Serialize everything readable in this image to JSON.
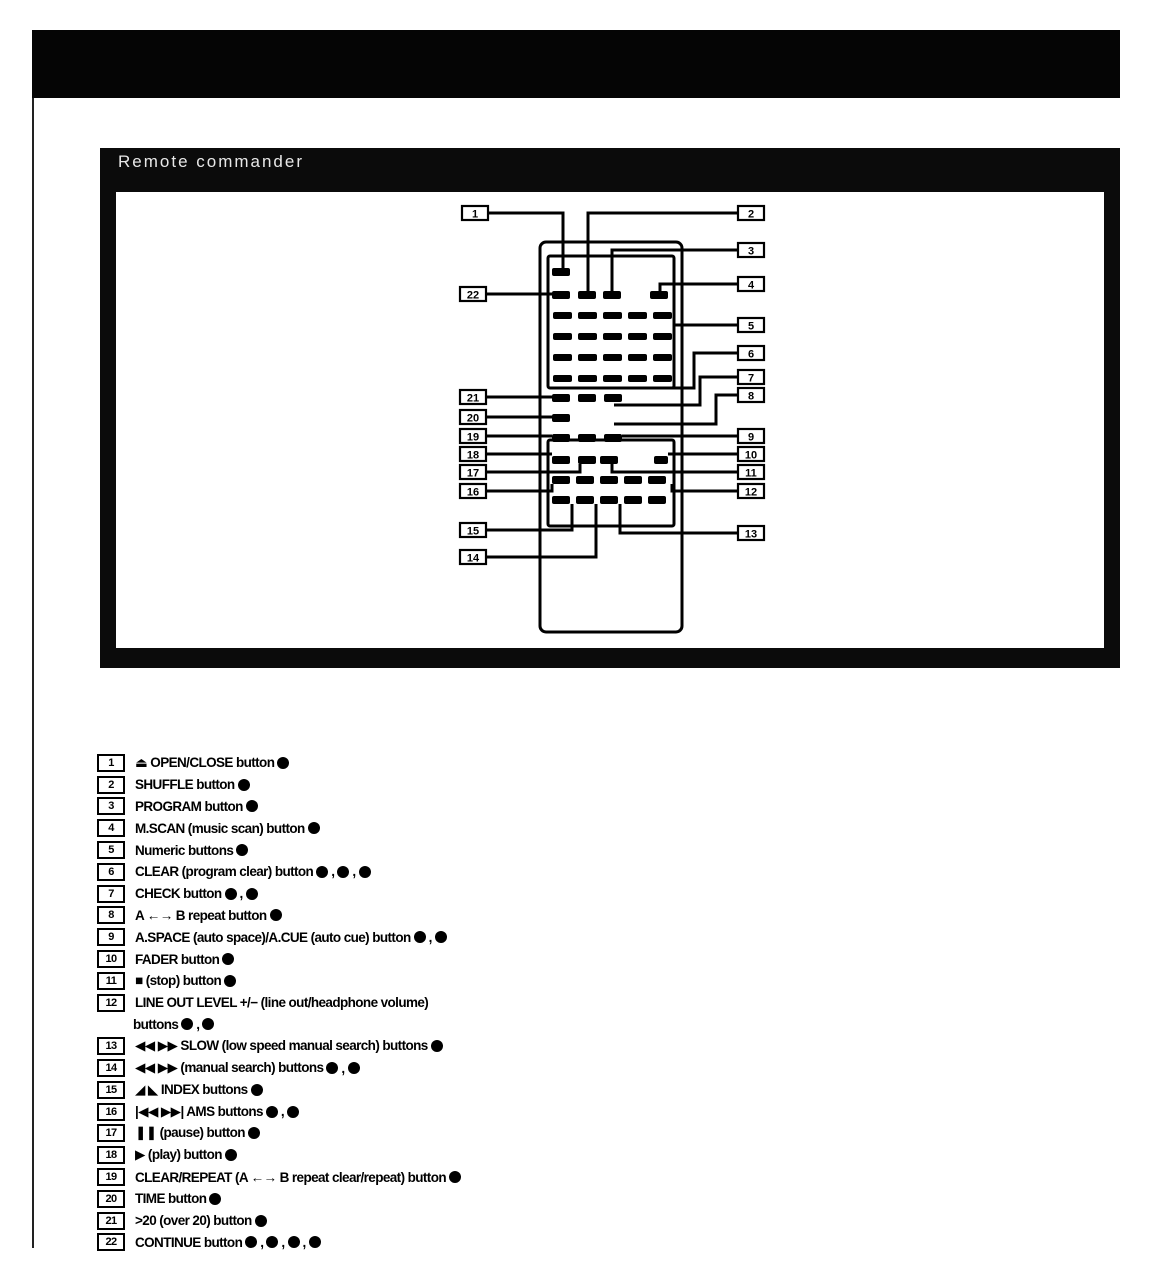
{
  "panel": {
    "title": "Remote commander"
  },
  "callout_numbers": [
    "1",
    "2",
    "3",
    "4",
    "5",
    "6",
    "7",
    "8",
    "9",
    "10",
    "11",
    "12",
    "13",
    "14",
    "15",
    "16",
    "17",
    "18",
    "19",
    "20",
    "21",
    "22"
  ],
  "legend": [
    {
      "num": "1",
      "text": "⏏ OPEN/CLOSE button",
      "dots": 1
    },
    {
      "num": "2",
      "text": "SHUFFLE button",
      "dots": 1
    },
    {
      "num": "3",
      "text": "PROGRAM button",
      "dots": 1
    },
    {
      "num": "4",
      "text": "M.SCAN (music scan) button",
      "dots": 1
    },
    {
      "num": "5",
      "text": "Numeric buttons",
      "dots": 1
    },
    {
      "num": "6",
      "text": "CLEAR (program clear) button",
      "dots": 3
    },
    {
      "num": "7",
      "text": "CHECK button",
      "dots": 2
    },
    {
      "num": "8",
      "text": "A ←→ B repeat button",
      "dots": 1
    },
    {
      "num": "9",
      "text": "A.SPACE (auto space)/A.CUE (auto cue) button",
      "dots": 2
    },
    {
      "num": "10",
      "text": "FADER button",
      "dots": 1
    },
    {
      "num": "11",
      "text": "■ (stop) button",
      "dots": 1
    },
    {
      "num": "12",
      "text": "LINE OUT LEVEL +/− (line out/headphone volume)",
      "dots": 0
    },
    {
      "num": "",
      "text": "buttons",
      "dots": 2
    },
    {
      "num": "13",
      "text": "◀◀ ▶▶ SLOW (low speed manual search) buttons",
      "dots": 1
    },
    {
      "num": "14",
      "text": "◀◀ ▶▶ (manual search) buttons",
      "dots": 2
    },
    {
      "num": "15",
      "text": "◢ ◣ INDEX buttons",
      "dots": 1
    },
    {
      "num": "16",
      "text": "|◀◀ ▶▶| AMS buttons",
      "dots": 2
    },
    {
      "num": "17",
      "text": "❚❚ (pause) button",
      "dots": 1
    },
    {
      "num": "18",
      "text": "▶ (play) button",
      "dots": 1
    },
    {
      "num": "19",
      "text": "CLEAR/REPEAT (A ←→ B repeat clear/repeat) button",
      "dots": 1
    },
    {
      "num": "20",
      "text": "TIME button",
      "dots": 1
    },
    {
      "num": "21",
      "text": ">20 (over 20) button",
      "dots": 1
    },
    {
      "num": "22",
      "text": "CONTINUE button",
      "dots": 4
    }
  ]
}
